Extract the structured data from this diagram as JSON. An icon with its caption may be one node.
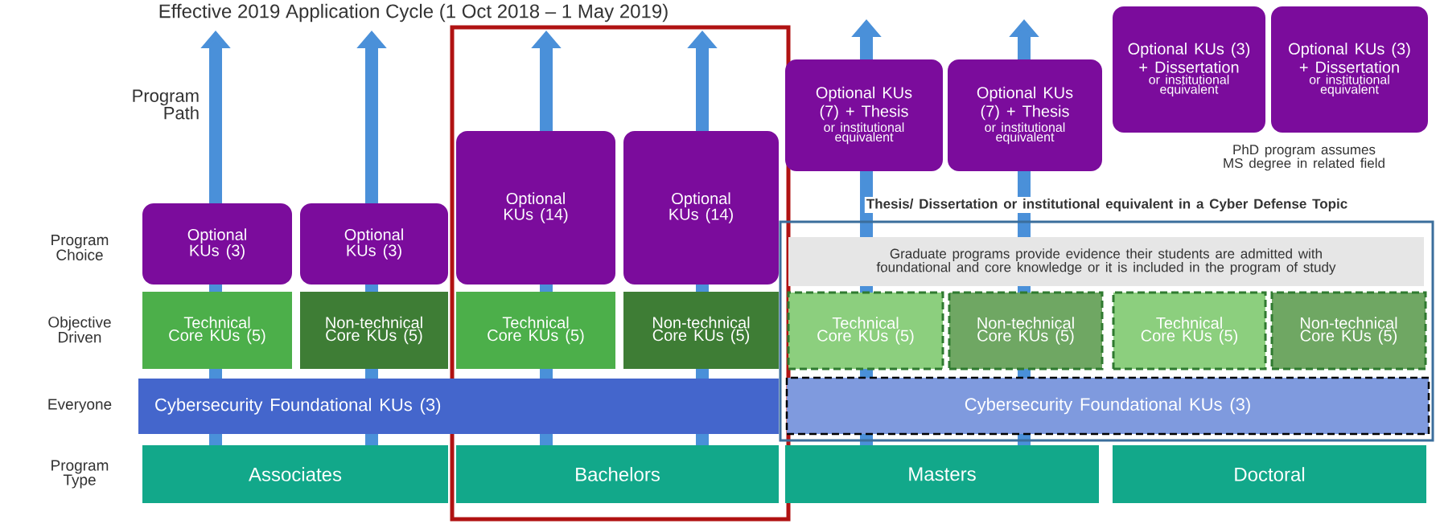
{
  "diagram": {
    "title": "Effective 2019 Application Cycle (1 Oct 2018 – 1 May 2019)",
    "nodes": [
      {
        "text": [
          "Optional KUs (3)"
        ]
      },
      {
        "text": [
          "Optional KUs (3)"
        ]
      },
      {
        "text": [],
        "shape": "box"
      },
      {
        "text": [
          "Optional KUs (14)"
        ],
        "in": 2
      },
      {
        "text": [
          "Optional KUs (14)"
        ],
        "in": 2
      },
      {
        "text": [
          "Optional KUs (7) + Thesis",
          "or institutional equivalent"
        ]
      },
      {
        "text": [
          "Optional KUs (7) + Thesis",
          "or institutional equivalent"
        ]
      },
      {
        "text": [
          "Optional KUs (3) + Dissertation",
          "or institutional equivalent"
        ]
      },
      {
        "text": [
          "Optional KUs (3) + Dissertation",
          "or institutional equivalent"
        ]
      },
      {
        "text": [
          "Technical Core KUs (5)"
        ]
      },
      {
        "text": [
          "Non-technical Core KUs (5)"
        ]
      },
      {
        "text": [
          "Technical Core KUs (5)"
        ],
        "in": 2
      },
      {
        "text": [
          "Non-technical Core KUs (5)"
        ],
        "in": 2
      },
      {
        "text": [],
        "shape": "box"
      },
      {
        "text": [
          "Graduate programs provide evidence their students are admitted with foundational and core knowledge or it is included in the program of study"
        ],
        "in": 13
      },
      {
        "text": [
          "Technical Core KUs (5)"
        ],
        "in": 13
      },
      {
        "text": [
          "Non-technical Core KUs (5)"
        ],
        "in": 13
      },
      {
        "text": [
          "Technical Core KUs (5)"
        ],
        "in": 13
      },
      {
        "text": [
          "Non-technical Core KUs (5)"
        ],
        "in": 13
      },
      {
        "text": [
          "Cybersecurity Foundational KUs (3)"
        ]
      },
      {
        "text": [
          "Cybersecurity Foundational KUs (3)"
        ],
        "in": 13
      },
      {
        "text": [
          "Associates"
        ]
      },
      {
        "text": [
          "Bachelors"
        ],
        "in": 2
      },
      {
        "text": [
          "Masters"
        ]
      },
      {
        "text": [
          "Doctoral"
        ]
      }
    ],
    "edges": [
      {
        "from": 21,
        "to": null,
        "arrow": "to"
      },
      {
        "from": 21,
        "to": null,
        "arrow": "to"
      },
      {
        "from": 22,
        "to": null,
        "arrow": "to"
      },
      {
        "from": 22,
        "to": null,
        "arrow": "to"
      },
      {
        "from": 23,
        "to": null,
        "arrow": "to"
      },
      {
        "from": 23,
        "to": null,
        "arrow": "to"
      }
    ],
    "labels": [
      "Program Path",
      "Program Choice",
      "Objective Driven",
      "Everyone",
      "Program Type",
      "PhD program assumes MS degree in related field",
      "Thesis/ Dissertation or institutional equivalent in a Cyber Defense Topic"
    ]
  }
}
